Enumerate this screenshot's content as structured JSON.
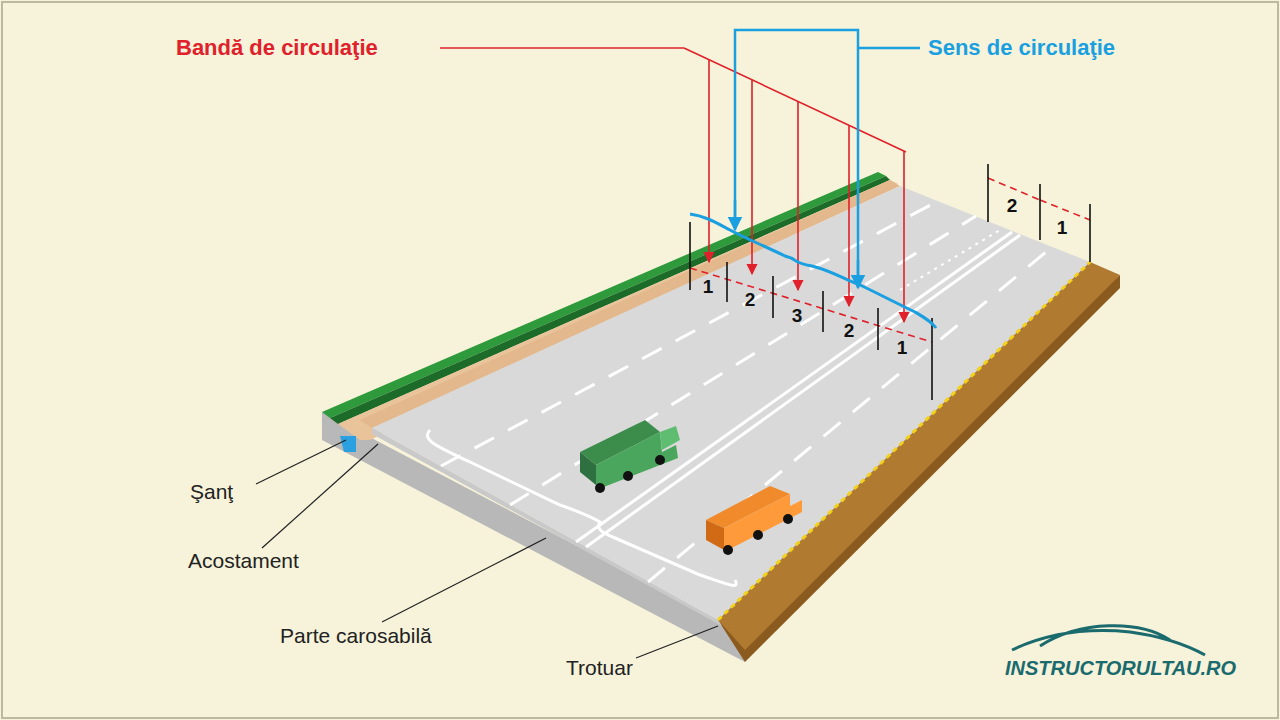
{
  "diagram": {
    "labels": [
      "Bandă de circulaţie",
      "Sens de circulaţie",
      "1",
      "2",
      "3",
      "2",
      "1",
      "2",
      "1",
      "Şanţ",
      "Acostament",
      "Parte carosabilă",
      "Trotuar",
      "INSTRUCTORULTAU.RO"
    ]
  }
}
